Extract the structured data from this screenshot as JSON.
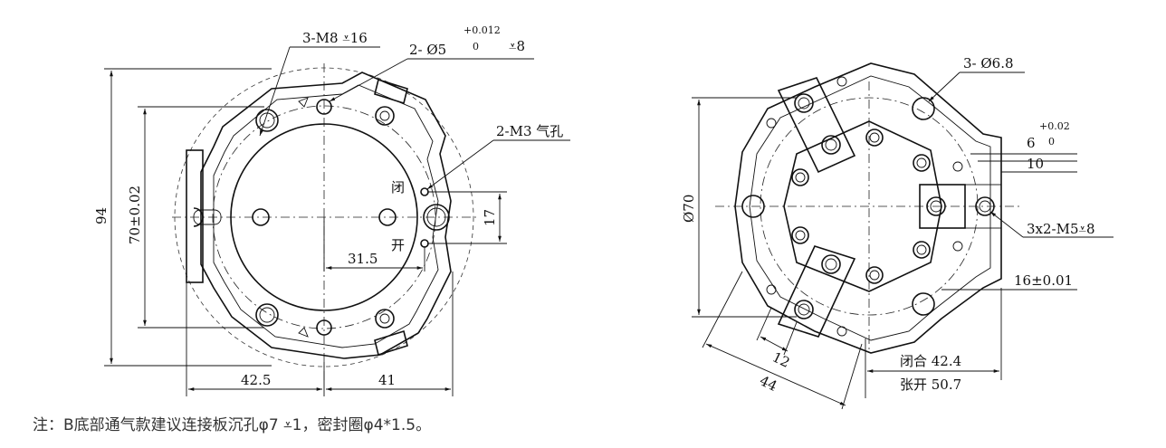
{
  "left_view": {
    "label_thread": "3-M8",
    "label_thread_depth": "16",
    "label_pin": "2- Ø5",
    "label_pin_tol_upper": "+0.012",
    "label_pin_tol_lower": "0",
    "label_pin_depth": "8",
    "label_air": "2-M3 气孔",
    "label_close": "闭",
    "label_open": "开",
    "dim_94": "94",
    "dim_70": "70±0.02",
    "dim_17": "17",
    "dim_31_5": "31.5",
    "dim_42_5": "42.5",
    "dim_41": "41"
  },
  "right_view": {
    "label_holes": "3- Ø6.8",
    "dim_dia70": "Ø70",
    "dim_6": "6",
    "dim_6_tol_upper": "+0.02",
    "dim_6_tol_lower": "0",
    "dim_10": "10",
    "label_thread": "3x2-M5",
    "label_thread_depth": "8",
    "dim_16": "16±0.01",
    "dim_12": "12",
    "dim_44": "44",
    "dim_closed": "闭合 42.4",
    "dim_open": "张开 50.7"
  },
  "note": "注：B底部通气款建议连接板沉孔φ7 ⩡1，密封圈φ4*1.5。"
}
